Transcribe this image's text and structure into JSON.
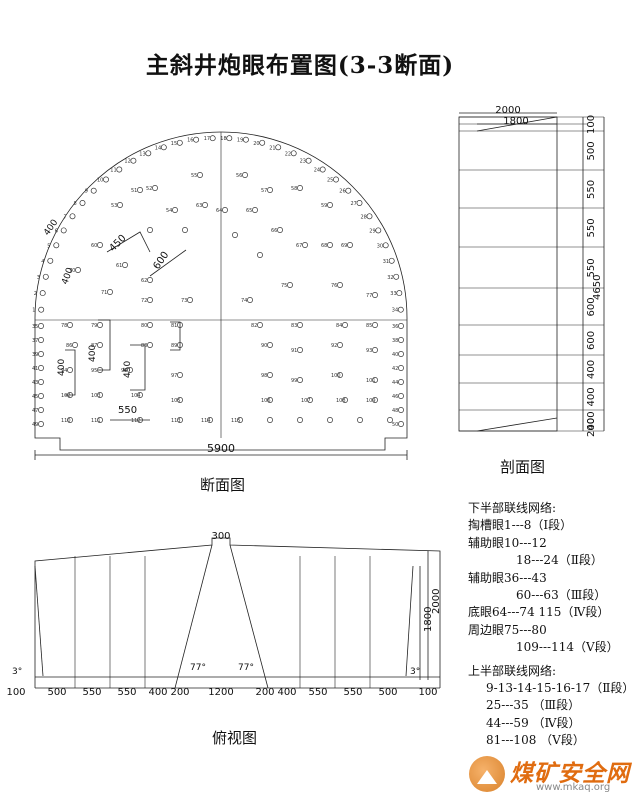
{
  "title": "主斜井炮眼布置图(3-3断面)",
  "captions": {
    "section": "断面图",
    "profile": "剖面图",
    "plan": "俯视图"
  },
  "section": {
    "total_width": "5900",
    "dims": [
      "450",
      "600",
      "400",
      "400",
      "400",
      "450",
      "550",
      "400"
    ],
    "hole_labels": [
      "1",
      "2",
      "3",
      "4",
      "5",
      "6",
      "7",
      "8",
      "9",
      "10",
      "11",
      "12",
      "13",
      "14",
      "15",
      "16",
      "17",
      "18",
      "19",
      "20",
      "21",
      "22",
      "23",
      "24",
      "25",
      "26",
      "27",
      "28",
      "29",
      "30",
      "31",
      "32",
      "33",
      "34",
      "35",
      "36",
      "37",
      "38",
      "39",
      "40",
      "41",
      "42",
      "43",
      "44",
      "45",
      "46",
      "47",
      "48",
      "49",
      "50",
      "51",
      "52",
      "53",
      "54",
      "55",
      "56",
      "57",
      "58",
      "59",
      "60",
      "61",
      "62",
      "63",
      "64",
      "65",
      "66",
      "67",
      "68",
      "69",
      "70",
      "71",
      "72",
      "73",
      "74",
      "75",
      "76",
      "77",
      "78",
      "79",
      "80",
      "81",
      "82",
      "83",
      "84",
      "85",
      "86",
      "87",
      "88",
      "89",
      "90",
      "91",
      "92",
      "93",
      "94",
      "95",
      "96",
      "97",
      "98",
      "99",
      "100",
      "101",
      "102",
      "103",
      "104",
      "105",
      "106",
      "107",
      "108",
      "109",
      "110",
      "111",
      "112",
      "113",
      "114",
      "115"
    ]
  },
  "profile": {
    "top_dims": [
      "2000",
      "1800"
    ],
    "side_dims": [
      "100",
      "500",
      "550",
      "550",
      "550",
      "600",
      "600",
      "400",
      "400",
      "400",
      "200"
    ],
    "height": "4650"
  },
  "plan": {
    "top_dim": "300",
    "bottom_dims": [
      "100",
      "500",
      "550",
      "550",
      "400",
      "200",
      "1200",
      "200",
      "400",
      "550",
      "550",
      "500",
      "100"
    ],
    "right_dims": [
      "2000",
      "1800"
    ],
    "angles": [
      "77°",
      "77°",
      "3°",
      "3°"
    ]
  },
  "legend": {
    "lower_title": "下半部联线网络:",
    "lower_lines": [
      "掏槽眼1---8（Ⅰ段）",
      "辅助眼10---12",
      "18---24（Ⅱ段）",
      "辅助眼36---43",
      "60---63（Ⅲ段）",
      "底眼64---74  115（Ⅳ段）",
      "周边眼75---80",
      "109---114（Ⅴ段）"
    ],
    "upper_title": "上半部联线网络:",
    "upper_lines": [
      "9-13-14-15-16-17（Ⅱ段）",
      "25---35          （Ⅲ段）",
      "44---59          （Ⅳ段）",
      "81---108        （Ⅴ段）"
    ]
  },
  "logo": {
    "name": "煤矿安全网",
    "url": "www.mkaq.org"
  }
}
